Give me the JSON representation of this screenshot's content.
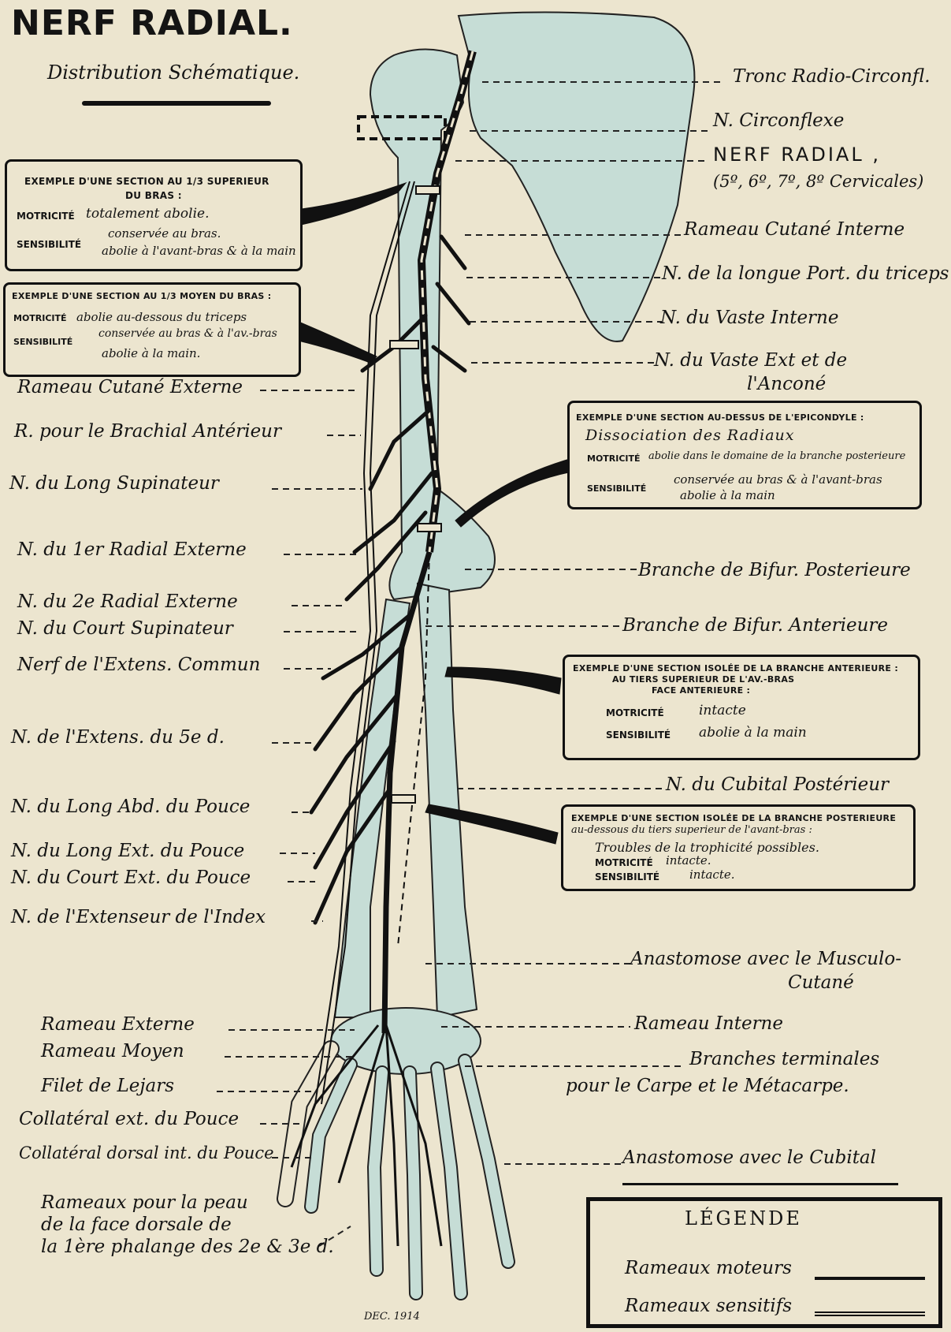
{
  "title": "NERF RADIAL.",
  "subtitle": "Distribution Schématique.",
  "right_labels": [
    "Tronc Radio-Circonfl.",
    "N. Circonflexe",
    "NERF RADIAL ,",
    "(5º, 6º, 7º, 8º Cervicales)",
    "Rameau Cutané Interne",
    "N. de la longue Port. du triceps",
    "N. du Vaste Interne",
    "N. du Vaste Ext et de",
    "l'Anconé",
    "Branche de Bifur. Posterieure",
    "Branche de Bifur. Anterieure",
    "N. du Cubital Postérieur",
    "Anastomose avec le Musculo-",
    "Cutané",
    "Rameau Interne",
    "Branches terminales",
    "pour le Carpe et le Métacarpe.",
    "Anastomose avec le Cubital"
  ],
  "left_labels": [
    "Rameau Cutané Externe",
    "R. pour le Brachial Antérieur",
    "N. du Long Supinateur",
    "N. du 1er Radial Externe",
    "N. du 2e Radial Externe",
    "N. du Court Supinateur",
    "Nerf de l'Extens. Commun",
    "N. de l'Extens. du 5e d.",
    "N. du Long Abd. du Pouce",
    "N. du Long Ext. du Pouce",
    "N. du Court Ext. du Pouce",
    "N. de l'Extenseur de l'Index",
    "Rameau Externe",
    "Rameau Moyen",
    "Filet de Lejars",
    "Collatéral ext. du Pouce",
    "Collatéral dorsal int. du Pouce",
    "Rameaux pour la peau",
    "de la face dorsale de",
    "la 1ère phalange des 2e & 3e d."
  ],
  "boxes": {
    "box1": {
      "l1": "Exemple d'une section au 1/3 superieur",
      "l2": "du bras :",
      "motor_label": "Motricité",
      "motor_text": "totalement abolie.",
      "sens_label": "Sensibilité",
      "sens_a": "conservée au bras.",
      "sens_b": "abolie à l'avant-bras & à la main"
    },
    "box2": {
      "l1": "Exemple d'une section au 1/3 moyen du bras :",
      "motor_label": "Motricité",
      "motor_text": "abolie au-dessous du triceps",
      "sens_label": "Sensibilité",
      "sens_a": "conservée au bras & à l'av.-bras",
      "sens_b": "abolie à la main."
    },
    "box3": {
      "l1": "Exemple d'une section au-dessus de l'epicondyle :",
      "l2": "Dissociation des Radiaux",
      "motor_label": "Motricité",
      "motor_text": "abolie dans le domaine de la branche posterieure",
      "sens_label": "Sensibilité",
      "sens_a": "conservée au bras & à l'avant-bras",
      "sens_b": "abolie à la main"
    },
    "box4": {
      "l1": "Exemple d'une section isolée de la branche anterieure :",
      "l2": "au tiers superieur de l'av.-bras",
      "l3": "face anterieure :",
      "motor_label": "Motricité",
      "motor_text": "intacte",
      "sens_label": "Sensibilité",
      "sens_text": "abolie à la main"
    },
    "box5": {
      "l1": "Exemple d'une section isolée de la branche posterieure",
      "l2": "au-dessous du tiers superieur de l'avant-bras :",
      "t1": "Troubles de la trophicité possibles.",
      "motor_label": "Motricité",
      "motor_text": "intacte.",
      "sens_label": "Sensibilité",
      "sens_text": "intacte."
    }
  },
  "legend": {
    "title": "LÉGENDE",
    "motor": "Rameaux moteurs",
    "sensory": "Rameaux sensitifs"
  },
  "signature": "DEC. 1914"
}
